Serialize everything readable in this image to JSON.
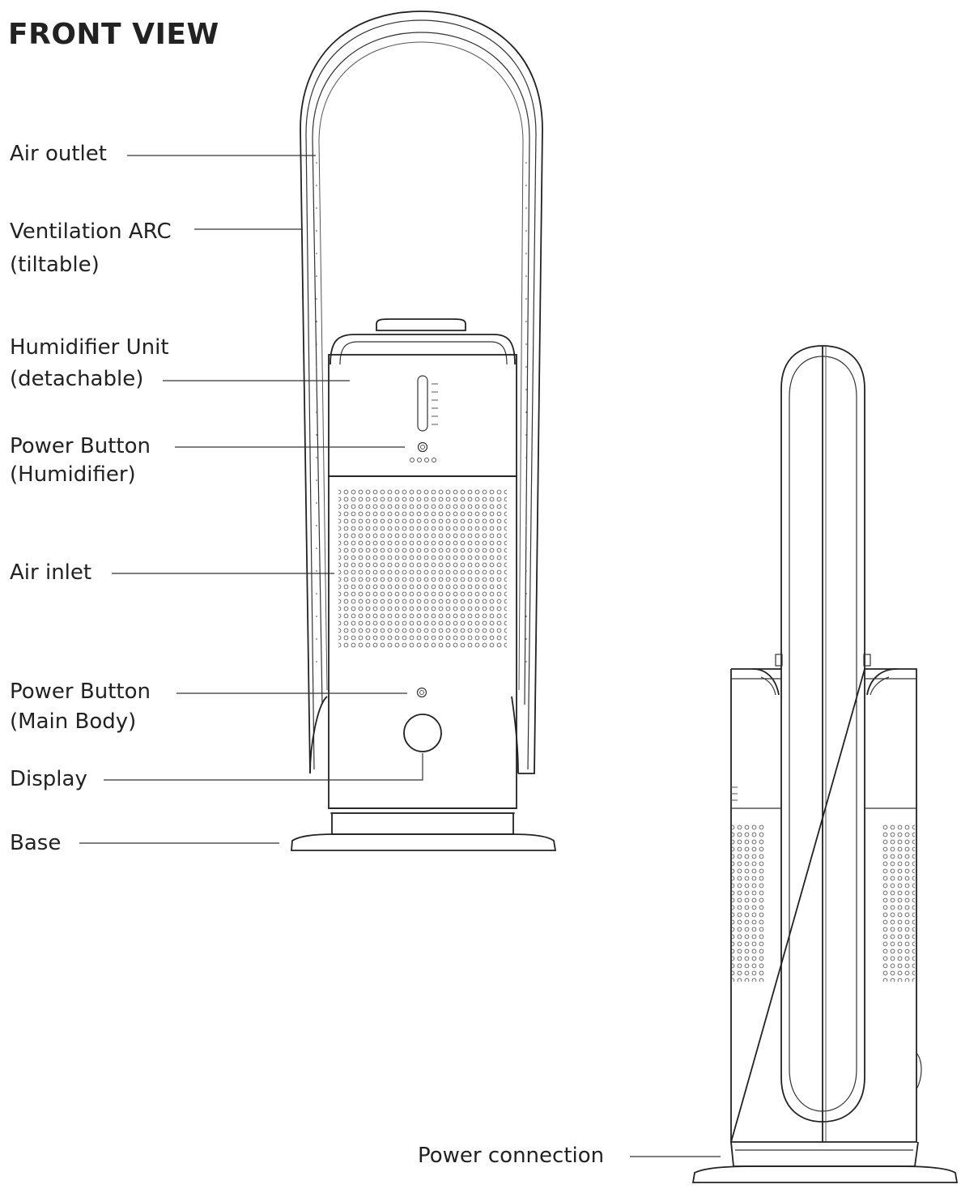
{
  "title": "FRONT VIEW",
  "labels": {
    "air_outlet": "Air outlet",
    "ventilation_arc_1": "Ventilation ARC",
    "ventilation_arc_2": "(tiltable)",
    "humidifier_unit_1": "Humidifier Unit",
    "humidifier_unit_2": "(detachable)",
    "power_humidifier_1": "Power Button",
    "power_humidifier_2": "(Humidifier)",
    "air_inlet": "Air inlet",
    "power_main_1": "Power Button",
    "power_main_2": "(Main Body)",
    "display": "Display",
    "base": "Base",
    "power_connection": "Power connection"
  },
  "colors": {
    "line": "#222222",
    "background": "#ffffff"
  }
}
